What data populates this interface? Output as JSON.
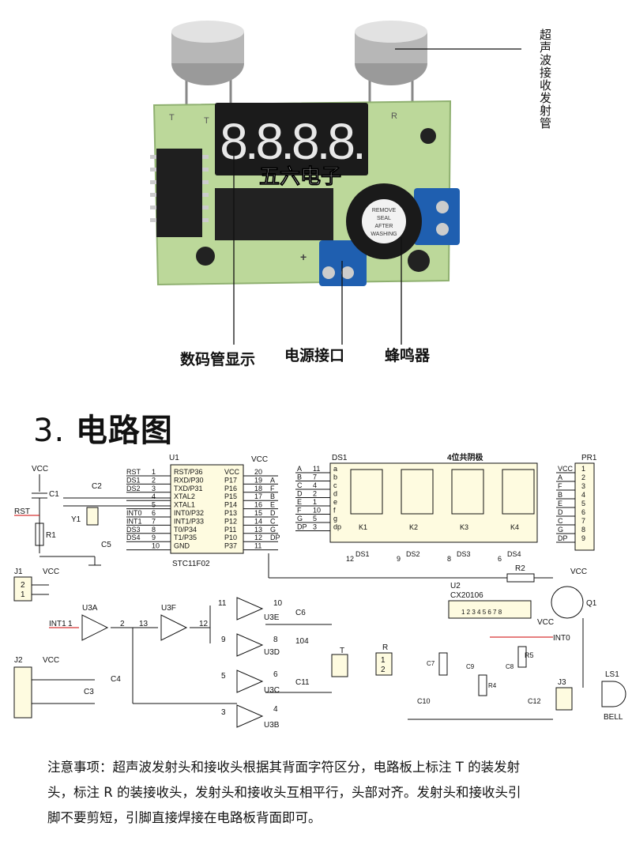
{
  "photo": {
    "display_digits": "8.8.8.8.",
    "brand_overlay": "五六电子",
    "buzzer_sticker": [
      "REMOVE",
      "SEAL",
      "AFTER",
      "WASHING"
    ],
    "board_marks": {
      "t": "T",
      "r": "R",
      "plus": "+"
    },
    "callouts": {
      "display": "数码管显示",
      "power": "电源接口",
      "buzzer": "蜂鸣器",
      "transducer": "超声波接收发射管"
    }
  },
  "section": {
    "number": "3.",
    "title": "电路图"
  },
  "schematic": {
    "u1": {
      "ref": "U1",
      "part": "STC11F02",
      "left_nets": [
        "RST",
        "DS1",
        "DS2",
        "",
        "",
        "INT0",
        "INT1",
        "DS3",
        "DS4",
        ""
      ],
      "left_pins": [
        "1",
        "2",
        "3",
        "4",
        "5",
        "6",
        "7",
        "8",
        "9",
        "10"
      ],
      "left_names": [
        "RST/P36",
        "RXD/P30",
        "TXD/P31",
        "XTAL2",
        "XTAL1",
        "INT0/P32",
        "INT1/P33",
        "T0/P34",
        "T1/P35",
        "GND"
      ],
      "right_names": [
        "VCC",
        "P17",
        "P16",
        "P15",
        "P14",
        "P13",
        "P12",
        "P11",
        "P10",
        "P37"
      ],
      "right_pins": [
        "20",
        "19",
        "18",
        "17",
        "16",
        "15",
        "14",
        "13",
        "12",
        "11"
      ],
      "right_nets": [
        "",
        "A",
        "F",
        "B",
        "E",
        "D",
        "C",
        "G",
        "DP",
        ""
      ]
    },
    "ds1": {
      "ref": "DS1",
      "title": "4位共阴极",
      "nets": [
        "A",
        "B",
        "C",
        "D",
        "E",
        "F",
        "G",
        "DP"
      ],
      "pins": [
        "11",
        "7",
        "4",
        "2",
        "1",
        "10",
        "5",
        "3"
      ],
      "seg": [
        "a",
        "b",
        "c",
        "d",
        "e",
        "f",
        "g",
        "dp"
      ],
      "digits": [
        {
          "k": "K1",
          "pin": "12",
          "net": "DS1"
        },
        {
          "k": "K2",
          "pin": "9",
          "net": "DS2"
        },
        {
          "k": "K3",
          "pin": "8",
          "net": "DS3"
        },
        {
          "k": "K4",
          "pin": "6",
          "net": "DS4"
        }
      ]
    },
    "pr1": {
      "ref": "PR1",
      "nets": [
        "VCC",
        "A",
        "F",
        "B",
        "E",
        "D",
        "C",
        "G",
        "DP"
      ],
      "pins": [
        "1",
        "2",
        "3",
        "4",
        "5",
        "6",
        "7",
        "8",
        "9"
      ]
    },
    "labels": {
      "vcc": "VCC",
      "rst": "RST",
      "c1": "C1",
      "r1": "R1",
      "c2": "C2",
      "y1": "Y1",
      "c5": "C5",
      "j1": "J1",
      "j2": "J2",
      "int1": "INT1",
      "int0": "INT0",
      "u3a": "U3A",
      "u3f": "U3F",
      "u3e": "U3E",
      "u3d": "U3D",
      "u3c": "U3C",
      "u3b": "U3B",
      "c6": "C6",
      "c6v": "104",
      "c11": "C11",
      "t": "T",
      "r": "R",
      "c3": "C3",
      "c4": "C4",
      "r2": "R2",
      "q1": "Q1",
      "u2": "U2",
      "u2part": "CX20106",
      "c7": "C7",
      "c8": "C8",
      "c9": "C9",
      "c10": "C10",
      "c12": "C12",
      "r4": "R4",
      "r5": "R5",
      "j3": "J3",
      "ls1": "LS1",
      "bell": "BELL",
      "n1": "1",
      "n2": "2",
      "n3": "3",
      "n4": "4",
      "n5": "5",
      "n6": "6",
      "n8": "8",
      "n9": "9",
      "n10": "10",
      "n11": "11",
      "n12": "12",
      "n13": "13",
      "u2pins": "1 2 3 4 5 6 7 8"
    }
  },
  "note": {
    "line1": "注意事项：超声波发射头和接收头根据其背面字符区分，电路板上标注 T 的装发射",
    "line2": "头，标注 R 的装接收头，发射头和接收头互相平行，头部对齐。发射头和接收头引",
    "line3": "脚不要剪短，引脚直接焊接在电路板背面即可。"
  }
}
